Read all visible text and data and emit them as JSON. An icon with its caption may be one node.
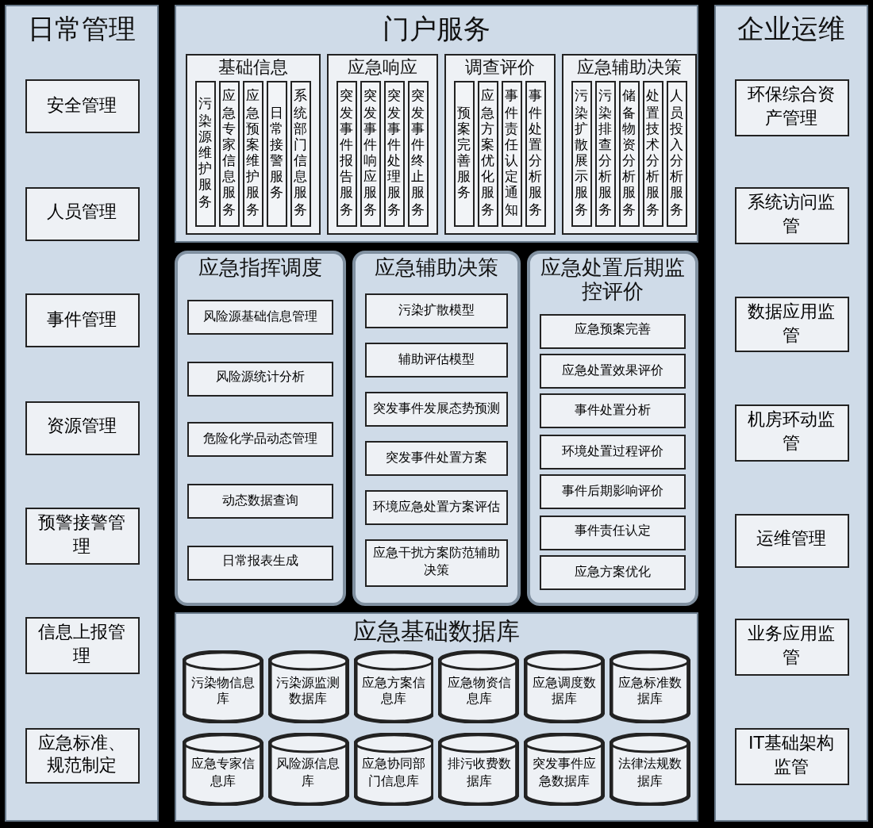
{
  "diagram": {
    "nodes": [
      {
        "text": [
          "日常管理"
        ]
      },
      {
        "text": [
          "安全管理"
        ],
        "in": 0
      },
      {
        "text": [
          "人员管理"
        ],
        "in": 0
      },
      {
        "text": [
          "事件管理"
        ],
        "in": 0
      },
      {
        "text": [
          "资源管理"
        ],
        "in": 0
      },
      {
        "text": [
          "预警接警管理"
        ],
        "in": 0
      },
      {
        "text": [
          "信息上报管理"
        ],
        "in": 0
      },
      {
        "text": [
          "应急标准、规范制定"
        ],
        "in": 0
      },
      {
        "text": [
          "门户服务"
        ]
      },
      {
        "text": [
          "基础信息"
        ],
        "in": 8
      },
      {
        "text": [
          "污染源维护服务"
        ],
        "in": 9
      },
      {
        "text": [
          "应急专家信息服务"
        ],
        "in": 9
      },
      {
        "text": [
          "应急预案维护服务"
        ],
        "in": 9
      },
      {
        "text": [
          "日常接警服务"
        ],
        "in": 9
      },
      {
        "text": [
          "系统部门信息服务"
        ],
        "in": 9
      },
      {
        "text": [
          "应急响应"
        ],
        "in": 8
      },
      {
        "text": [
          "突发事件报告服务"
        ],
        "in": 15
      },
      {
        "text": [
          "突发事件响应服务"
        ],
        "in": 15
      },
      {
        "text": [
          "突发事件处理服务"
        ],
        "in": 15
      },
      {
        "text": [
          "突发事件终止服务"
        ],
        "in": 15
      },
      {
        "text": [
          "调查评价"
        ],
        "in": 8
      },
      {
        "text": [
          "预案完善服务"
        ],
        "in": 20
      },
      {
        "text": [
          "应急方案优化服务"
        ],
        "in": 20
      },
      {
        "text": [
          "事件责任认定通知"
        ],
        "in": 20
      },
      {
        "text": [
          "事件处置分析服务"
        ],
        "in": 20
      },
      {
        "text": [
          "应急辅助决策"
        ],
        "in": 8
      },
      {
        "text": [
          "污染扩散展示服务"
        ],
        "in": 25
      },
      {
        "text": [
          "污染排查分析服务"
        ],
        "in": 25
      },
      {
        "text": [
          "储备物资分析服务"
        ],
        "in": 25
      },
      {
        "text": [
          "处置技术分析服务"
        ],
        "in": 25
      },
      {
        "text": [
          "人员投入分析服务"
        ],
        "in": 25
      },
      {
        "text": [
          "应急指挥调度"
        ]
      },
      {
        "text": [
          "风险源基础信息管理"
        ],
        "in": 31
      },
      {
        "text": [
          "风险源统计分析"
        ],
        "in": 31
      },
      {
        "text": [
          "危险化学品动态管理"
        ],
        "in": 31
      },
      {
        "text": [
          "动态数据查询"
        ],
        "in": 31
      },
      {
        "text": [
          "日常报表生成"
        ],
        "in": 31
      },
      {
        "text": [
          "应急辅助决策"
        ]
      },
      {
        "text": [
          "污染扩散模型"
        ],
        "in": 37
      },
      {
        "text": [
          "辅助评估模型"
        ],
        "in": 37
      },
      {
        "text": [
          "突发事件发展态势预测"
        ],
        "in": 37
      },
      {
        "text": [
          "突发事件处置方案"
        ],
        "in": 37
      },
      {
        "text": [
          "环境应急处置方案评估"
        ],
        "in": 37
      },
      {
        "text": [
          "应急干扰方案防范辅助决策"
        ],
        "in": 37
      },
      {
        "text": [
          "应急处置后期监控评价"
        ]
      },
      {
        "text": [
          "应急预案完善"
        ],
        "in": 44
      },
      {
        "text": [
          "应急处置效果评价"
        ],
        "in": 44
      },
      {
        "text": [
          "事件处置分析"
        ],
        "in": 44
      },
      {
        "text": [
          "环境处置过程评价"
        ],
        "in": 44
      },
      {
        "text": [
          "事件后期影响评价"
        ],
        "in": 44
      },
      {
        "text": [
          "事件责任认定"
        ],
        "in": 44
      },
      {
        "text": [
          "应急方案优化"
        ],
        "in": 44
      },
      {
        "text": [
          "应急基础数据库"
        ]
      },
      {
        "text": [
          "污染物信息库"
        ],
        "in": 52
      },
      {
        "text": [
          "污染源监测数据库"
        ],
        "in": 52
      },
      {
        "text": [
          "应急方案信息库"
        ],
        "in": 52
      },
      {
        "text": [
          "应急物资信息库"
        ],
        "in": 52
      },
      {
        "text": [
          "应急调度数据库"
        ],
        "in": 52
      },
      {
        "text": [
          "应急标准数据库"
        ],
        "in": 52
      },
      {
        "text": [
          "应急专家信息库"
        ],
        "in": 52
      },
      {
        "text": [
          "风险源信息库"
        ],
        "in": 52
      },
      {
        "text": [
          "应急协同部门信息库"
        ],
        "in": 52
      },
      {
        "text": [
          "排污收费数据库"
        ],
        "in": 52
      },
      {
        "text": [
          "突发事件应急数据库"
        ],
        "in": 52
      },
      {
        "text": [
          "法律法规数据库"
        ],
        "in": 52
      },
      {
        "text": [
          "企业运维"
        ]
      },
      {
        "text": [
          "环保综合资产管理"
        ],
        "in": 65
      },
      {
        "text": [
          "系统访问监管"
        ],
        "in": 65
      },
      {
        "text": [
          "数据应用监管"
        ],
        "in": 65
      },
      {
        "text": [
          "机房环动监管"
        ],
        "in": 65
      },
      {
        "text": [
          "运维管理"
        ],
        "in": 65
      },
      {
        "text": [
          "业务应用监管"
        ],
        "in": 65
      },
      {
        "text": [
          "IT基础架构监管"
        ],
        "in": 65
      }
    ]
  }
}
